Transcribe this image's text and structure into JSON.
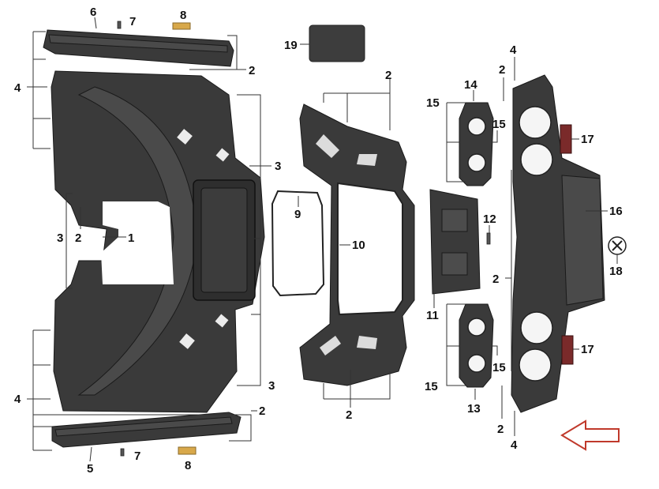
{
  "colors": {
    "part_fill": "#3a3a3a",
    "reflector_amber": "#d8a84a",
    "reflector_red": "#7a2a2a",
    "arrow_red": "#c0392b",
    "leader_line": "#333333"
  },
  "callouts": [
    {
      "id": "c6",
      "label": "6"
    },
    {
      "id": "c7a",
      "label": "7"
    },
    {
      "id": "c8a",
      "label": "8"
    },
    {
      "id": "c2a",
      "label": "2"
    },
    {
      "id": "c4a",
      "label": "4"
    },
    {
      "id": "c3a",
      "label": "3"
    },
    {
      "id": "c2b",
      "label": "2"
    },
    {
      "id": "c1",
      "label": "1"
    },
    {
      "id": "c3b",
      "label": "3"
    },
    {
      "id": "c3c",
      "label": "3"
    },
    {
      "id": "c4b",
      "label": "4"
    },
    {
      "id": "c2c",
      "label": "2"
    },
    {
      "id": "c5",
      "label": "5"
    },
    {
      "id": "c7b",
      "label": "7"
    },
    {
      "id": "c8b",
      "label": "8"
    },
    {
      "id": "c19",
      "label": "19"
    },
    {
      "id": "c9",
      "label": "9"
    },
    {
      "id": "c10",
      "label": "10"
    },
    {
      "id": "c2d",
      "label": "2"
    },
    {
      "id": "c2e",
      "label": "2"
    },
    {
      "id": "c14",
      "label": "14"
    },
    {
      "id": "c15a",
      "label": "15"
    },
    {
      "id": "c15b",
      "label": "15"
    },
    {
      "id": "c12",
      "label": "12"
    },
    {
      "id": "c11",
      "label": "11"
    },
    {
      "id": "c15c",
      "label": "15"
    },
    {
      "id": "c15d",
      "label": "15"
    },
    {
      "id": "c13",
      "label": "13"
    },
    {
      "id": "c4c",
      "label": "4"
    },
    {
      "id": "c2f",
      "label": "2"
    },
    {
      "id": "c17a",
      "label": "17"
    },
    {
      "id": "c16",
      "label": "16"
    },
    {
      "id": "c18",
      "label": "18"
    },
    {
      "id": "c2g",
      "label": "2"
    },
    {
      "id": "c17b",
      "label": "17"
    },
    {
      "id": "c2h",
      "label": "2"
    },
    {
      "id": "c4d",
      "label": "4"
    }
  ],
  "icons": {
    "direction_arrow": "left-arrow-outline-icon",
    "emblem": "cross-emblem-icon"
  }
}
